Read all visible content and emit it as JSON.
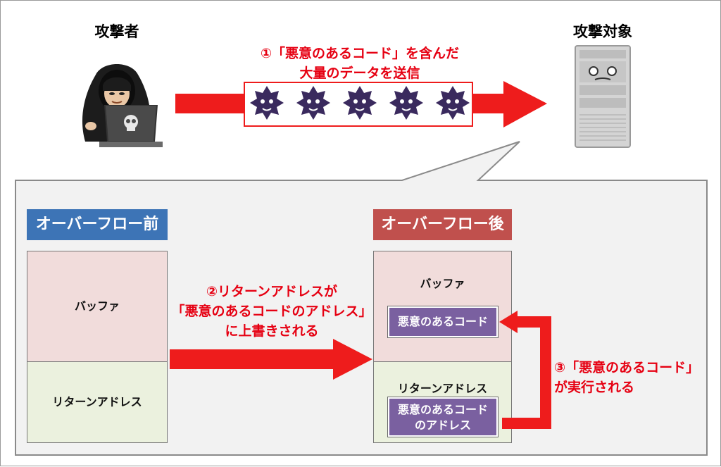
{
  "attacker": {
    "label": "攻撃者"
  },
  "target": {
    "label": "攻撃対象"
  },
  "step1": {
    "line1": "①「悪意のあるコード」を含んだ",
    "line2": "大量のデータを送信"
  },
  "before": {
    "title": "オーバーフロー前",
    "buffer_label": "バッファ",
    "return_label": "リターンアドレス"
  },
  "after": {
    "title": "オーバーフロー後",
    "buffer_label": "バッファ",
    "code_label": "悪意のあるコード",
    "return_label": "リターンアドレス",
    "code_addr_line1": "悪意のあるコード",
    "code_addr_line2": "のアドレス"
  },
  "step2": {
    "line1": "②リターンアドレスが",
    "line2": "「悪意のあるコードのアドレス」",
    "line3": "に上書きされる"
  },
  "step3": {
    "line1": "③「悪意のあるコード」",
    "line2": "が実行される"
  },
  "colors": {
    "arrow_red": "#ee1c1c",
    "before_badge": "#3d74b6",
    "after_badge": "#c0504d",
    "buffer_fill": "#f1dcdb",
    "return_fill": "#ebf1de",
    "code_fill": "#7a60a0",
    "panel_fill": "#f2f2f2"
  },
  "icons": [
    "hooded-hacker-icon",
    "laptop-skull-icon",
    "malware-virus-icon",
    "server-tower-icon"
  ]
}
